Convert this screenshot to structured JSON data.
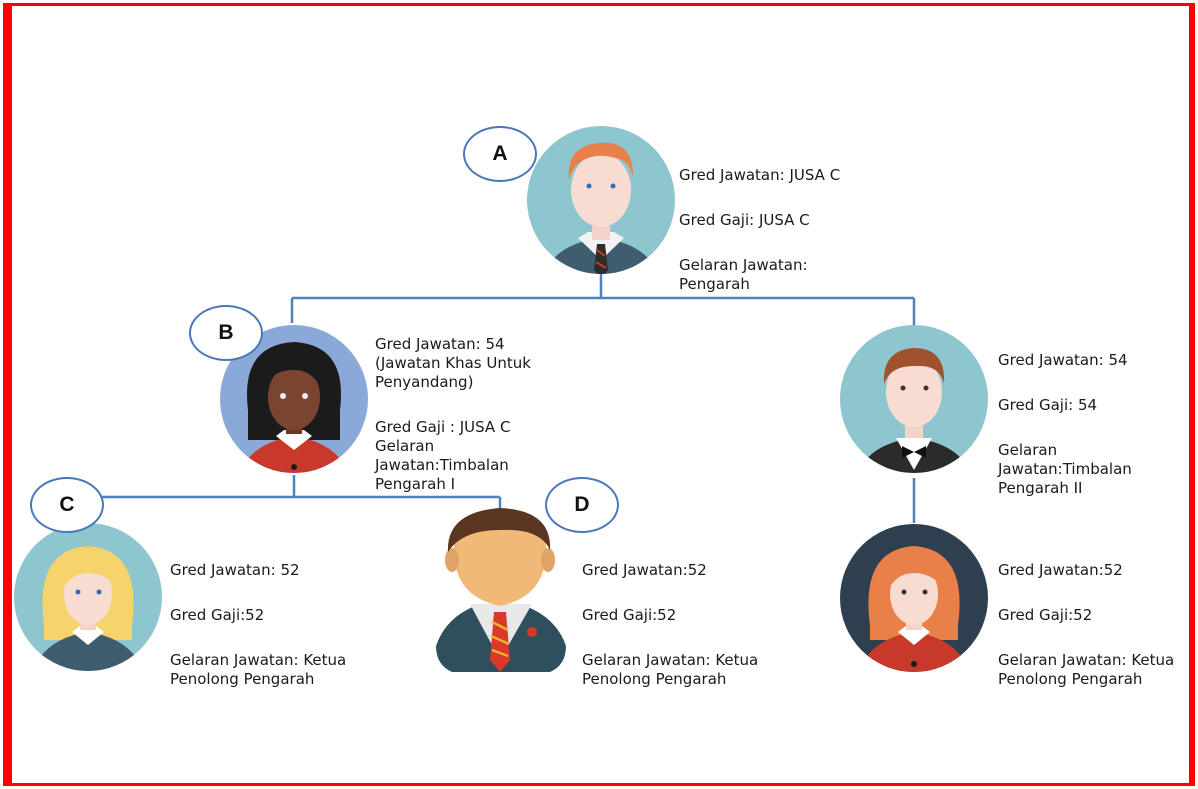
{
  "colors": {
    "frame": "#ff0000",
    "connector": "#4f81bd",
    "badge_border": "#4a77b8"
  },
  "nodes": {
    "a": {
      "badge": "A",
      "avatar": "man-tie-avatar",
      "lines": [
        "Gred Jawatan: JUSA C",
        "Gred Gaji: JUSA C",
        "Gelaran Jawatan:\nPengarah"
      ]
    },
    "b": {
      "badge": "B",
      "avatar": "woman-dark-hair-avatar",
      "lines": [
        "Gred Jawatan: 54\n(Jawatan Khas Untuk\nPenyandang)",
        "Gred Gaji : JUSA C\nGelaran\nJawatan:Timbalan\nPengarah I"
      ]
    },
    "right": {
      "avatar": "man-bowtie-avatar",
      "lines": [
        "Gred Jawatan: 54",
        "Gred Gaji: 54",
        "Gelaran\nJawatan:Timbalan\nPengarah II"
      ]
    },
    "c": {
      "badge": "C",
      "avatar": "woman-blonde-avatar",
      "lines": [
        "Gred Jawatan: 52",
        "Gred Gaji:52",
        "Gelaran Jawatan: Ketua\nPenolong Pengarah"
      ]
    },
    "d": {
      "badge": "D",
      "avatar": "businessman-avatar",
      "lines": [
        "Gred Jawatan:52",
        "Gred Gaji:52",
        "Gelaran Jawatan: Ketua\nPenolong Pengarah"
      ]
    },
    "e": {
      "avatar": "woman-red-hair-avatar",
      "lines": [
        "Gred Jawatan:52",
        "Gred Gaji:52",
        "Gelaran Jawatan: Ketua\nPenolong Pengarah"
      ]
    }
  }
}
